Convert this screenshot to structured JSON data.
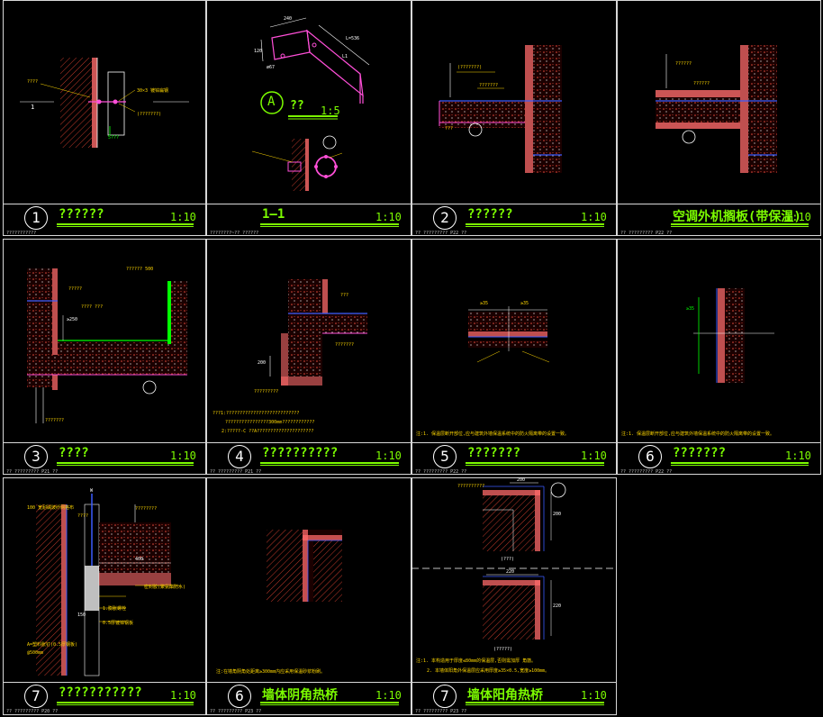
{
  "details": [
    {
      "id": "d1",
      "num": "1",
      "title": "??????",
      "scale": "1:10",
      "ref": "???????????"
    },
    {
      "id": "d2",
      "num": "",
      "title": "1—1",
      "scale": "1:10",
      "ref": "????????~?? ??????"
    },
    {
      "id": "d3",
      "num": "2",
      "title": "??????",
      "scale": "1:10",
      "ref": "?? ????????? P22 ??"
    },
    {
      "id": "d4",
      "num": "",
      "title": "空调外机搁板(带保温)",
      "scale": "1:10",
      "ref": "?? ????????? P22 ??"
    },
    {
      "id": "d5",
      "num": "3",
      "title": "????",
      "scale": "1:10",
      "ref": "?? ????????? P21 ??"
    },
    {
      "id": "d6",
      "num": "4",
      "title": "??????????",
      "scale": "1:10",
      "ref": "?? ????????? P21 ??"
    },
    {
      "id": "d7",
      "num": "5",
      "title": "???????",
      "scale": "1:10",
      "ref": "?? ????????? P22 ??"
    },
    {
      "id": "d8",
      "num": "6",
      "title": "???????",
      "scale": "1:10",
      "ref": "?? ????????? P22 ??"
    },
    {
      "id": "d9",
      "num": "7",
      "title": "???????????",
      "scale": "1:10",
      "ref": "?? ????????? P20 ??"
    },
    {
      "id": "d10",
      "num": "6",
      "title": "墙体阴角热桥",
      "scale": "1:10",
      "ref": "?? ????????? P23 ??"
    },
    {
      "id": "d11",
      "num": "7",
      "title": "墙体阳角热桥",
      "scale": "1:10",
      "ref": "?? ????????? P23 ??"
    }
  ],
  "annotations": {
    "a_title": "??",
    "a_scale": "1:5",
    "a_letter": "A",
    "dim_240": "240",
    "dim_120": "120",
    "dim_536": "L=536",
    "dim_phi": "ø67",
    "dim_l1": "L1",
    "d1_label1": "30×3 镀锌扁钢",
    "d1_label2": "(???????)",
    "d1_label3": "????",
    "d1_label4": "5???",
    "d1_mark": "1",
    "d3_label1": "(???????)",
    "d3_label2": "???????",
    "d3_label3": "???",
    "d4_label1": "??????",
    "d4_label2": "??????",
    "d5_label1": "?????? 500",
    "d5_label2": "?????",
    "d5_label3": "???? ???",
    "d5_dim": "≥250",
    "d5_label4": "???????",
    "d6_label1": "???",
    "d6_label2": "???????",
    "d6_dim": "200",
    "d6_label3": "?????????",
    "d6_note1": "???1:???????????????????????????",
    "d6_note2": "????????????????300mm????????????",
    "d6_note3": "2:?????-C ??A?????????????????????",
    "d7_dim1": "≥35",
    "d7_dim2": "≥35",
    "d7_note": "注:1. 保温层断开部位,应与建筑外墙保温系统中的防火隔离带的设置一致。",
    "d8_note": "注:1. 保温层断开部位,应与建筑外墙保温系统中的防火隔离带的设置一致。",
    "d8_dim": "≥35",
    "d9_label1": "100 宽耐碱玻纤网格布",
    "d9_label2": "????????",
    "d9_label3": "????",
    "d9_label4": "密封胶(聚氨酯防水)",
    "d9_label5": "1.膨胀螺栓",
    "d9_label6": "0.5厚镀锌钢板",
    "d9_label7": "A=塑料胀钉(0.5厚钢板)",
    "d9_label8": "@500mm",
    "d9_dim1": "400",
    "d9_dim2": "150",
    "d9_dim3": "W",
    "d10_note": "注:在墙角阴角处距离≥300mm内应采用保温砂浆粉刷。",
    "d11_dim1": "200",
    "d11_dim2": "200",
    "d11_dim3": "220",
    "d11_dim4": "220",
    "d11_label1": "(???)",
    "d11_label2": "(?????)",
    "d11_label3": "??????????",
    "d11_note1": "注:1. 本构造用于厚度≤80mm的保温层,否则需加厚 角筋。",
    "d11_note2": "2. 本墙体阳角外保温层应采用厚度≥35×0.5,宽度≥100mm。"
  },
  "colors": {
    "title": "#7cfc00",
    "frame": "#d8d8d8",
    "hatch": "#c0392b",
    "insulation": "#ff6a6a",
    "blue": "#3a5cff",
    "yellow": "#ffd700",
    "white": "#ffffff",
    "green": "#00ff00",
    "magenta": "#ff4fd8"
  }
}
